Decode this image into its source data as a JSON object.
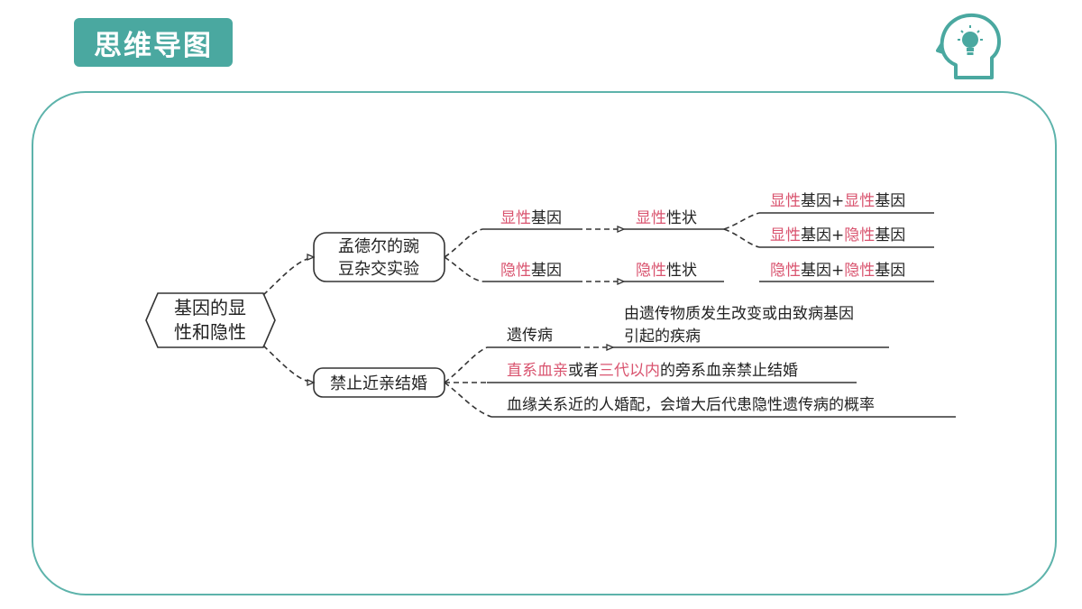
{
  "header": {
    "title": "思维导图"
  },
  "icons": {
    "head_icon": "head-lightbulb-icon"
  },
  "colors": {
    "accent": "#4aa8a0",
    "highlight": "#d9546f",
    "text": "#222222",
    "line": "#333333"
  },
  "mindmap": {
    "root": {
      "line1": "基因的显",
      "line2": "性和隐性"
    },
    "mendel": {
      "label_line1": "孟德尔的豌",
      "label_line2": "豆杂交实验",
      "dominant_gene": {
        "hl": "显性",
        "rest": "基因"
      },
      "dominant_trait": {
        "hl": "显性",
        "rest": "性状"
      },
      "recessive_gene": {
        "hl": "隐性",
        "rest": "基因"
      },
      "recessive_trait": {
        "hl": "隐性",
        "rest": "性状"
      },
      "genotypes": {
        "dd": {
          "a_hl": "显性",
          "a_rest": "基因",
          "plus": "+",
          "b_hl": "显性",
          "b_rest": "基因"
        },
        "dr": {
          "a_hl": "显性",
          "a_rest": "基因",
          "plus": "+",
          "b_hl": "隐性",
          "b_rest": "基因"
        },
        "rr": {
          "a_hl": "隐性",
          "a_rest": "基因",
          "plus": "+",
          "b_hl": "隐性",
          "b_rest": "基因"
        }
      }
    },
    "marriage": {
      "label": "禁止近亲结婚",
      "genetic_disease": "遗传病",
      "definition_line1": "由遗传物质发生改变或由致病基因",
      "definition_line2": "引起的疾病",
      "law": {
        "hl1": "直系血亲",
        "mid": "或者",
        "hl2": "三代以内",
        "rest": "的旁系血亲禁止结婚"
      },
      "risk": "血缘关系近的人婚配，会增大后代患隐性遗传病的概率"
    }
  }
}
